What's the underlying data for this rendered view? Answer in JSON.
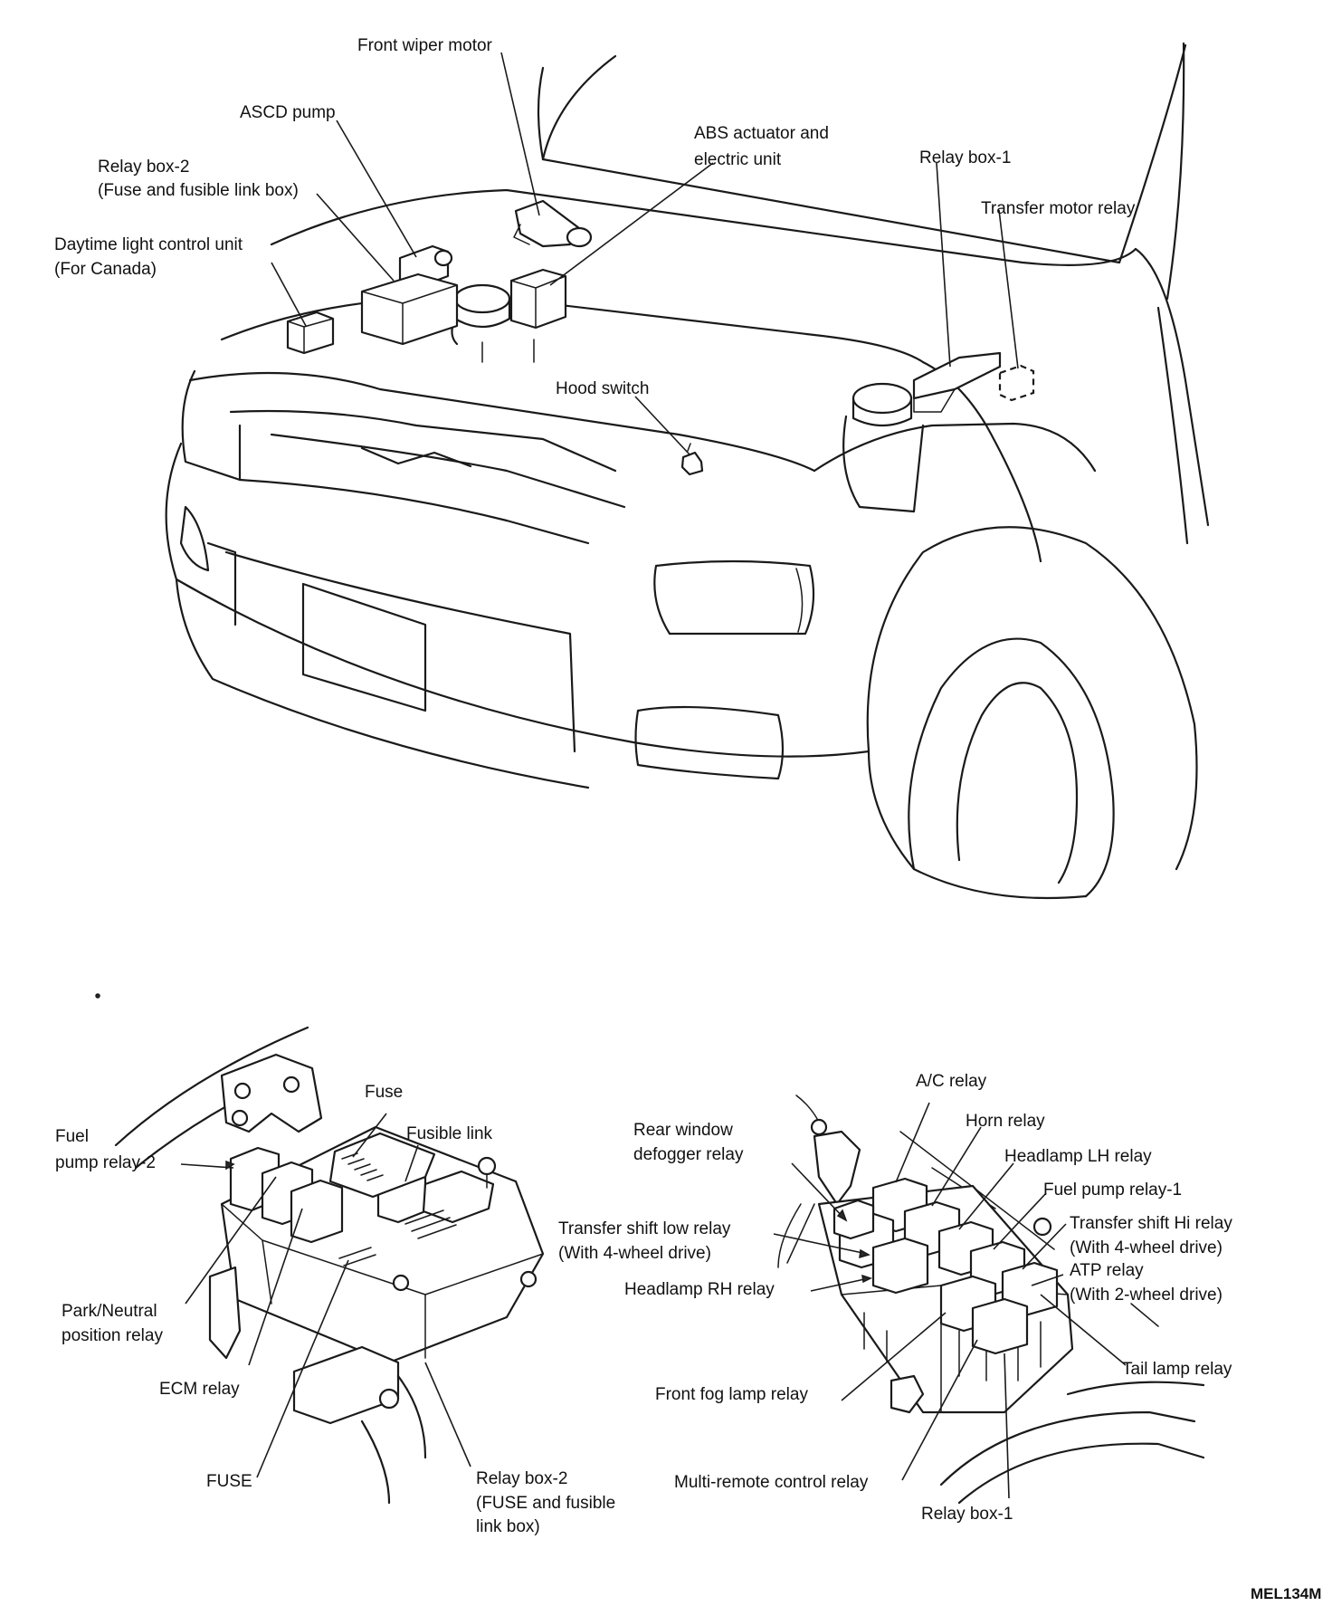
{
  "top_labels": {
    "front_wiper_motor": "Front wiper motor",
    "ascd_pump": "ASCD pump",
    "abs_line1": "ABS actuator and",
    "abs_line2": "electric unit",
    "relay_box_1": "Relay box-1",
    "relay_box_2_line1": "Relay box-2",
    "relay_box_2_line2": "(Fuse and fusible link box)",
    "transfer_motor_relay": "Transfer motor relay",
    "daytime_line1": "Daytime light control unit",
    "daytime_line2": "(For Canada)",
    "hood_switch": "Hood switch"
  },
  "left_detail": {
    "fuse": "Fuse",
    "fusible_link": "Fusible link",
    "fuel_pump_relay2_line1": "Fuel",
    "fuel_pump_relay2_line2": "pump relay-2",
    "park_neutral_line1": "Park/Neutral",
    "park_neutral_line2": "position relay",
    "ecm_relay": "ECM relay",
    "fuse_caps": "FUSE",
    "relay_box_2_line1": "Relay box-2",
    "relay_box_2_line2": "(FUSE and fusible",
    "relay_box_2_line3": "link box)"
  },
  "right_detail": {
    "ac_relay": "A/C relay",
    "horn_relay": "Horn relay",
    "rear_window_line1": "Rear window",
    "rear_window_line2": "defogger relay",
    "headlamp_lh_relay": "Headlamp LH relay",
    "fuel_pump_relay1": "Fuel pump relay-1",
    "transfer_low_line1": "Transfer shift low relay",
    "transfer_low_line2": "(With 4-wheel drive)",
    "transfer_hi_line1": "Transfer shift Hi relay",
    "transfer_hi_line2": "(With 4-wheel drive)",
    "atp_line1": "ATP relay",
    "atp_line2": "(With 2-wheel drive)",
    "headlamp_rh_relay": "Headlamp RH relay",
    "tail_lamp_relay": "Tail lamp relay",
    "front_fog_lamp_relay": "Front fog lamp relay",
    "multi_remote_relay": "Multi-remote control relay",
    "relay_box_1": "Relay box-1"
  },
  "figure_code": "MEL134M"
}
